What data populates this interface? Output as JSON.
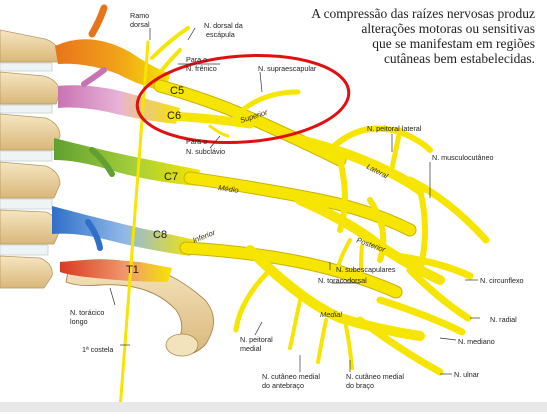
{
  "caption": {
    "lines": [
      "A compressão das raízes nervosas produz",
      "alterações motoras ou sensitivas",
      "que se manifestam em regiões",
      "cutâneas bem estabelecidas."
    ]
  },
  "roots": {
    "c5": "C5",
    "c6": "C6",
    "c7": "C7",
    "c8": "C8",
    "t1": "T1"
  },
  "trunks": {
    "superior": "Superior",
    "medio": "Médio",
    "inferior": "Inferior"
  },
  "cords": {
    "lateral": "Lateral",
    "posterior": "Posterior",
    "medial": "Medial"
  },
  "labels": {
    "ramo_dorsal_1": "Ramo",
    "ramo_dorsal_2": "dorsal",
    "dorsal_escapula_1": "N. dorsal da",
    "dorsal_escapula_2": "escápula",
    "para_frenico_1": "Para o",
    "para_frenico_2": "N. frênico",
    "supraescapular": "N. supraescapular",
    "para_subclavio_1": "Para o",
    "para_subclavio_2": "N. subclávio",
    "peitoral_lateral": "N. peitoral lateral",
    "musculocutaneo": "N. musculocutâneo",
    "subescapulares": "N. subescapulares",
    "toracodorsal": "N. toracodorsal",
    "circunflexo": "N. circunflexo",
    "radial": "N. radial",
    "toracico_longo_1": "N. torácico",
    "toracico_longo_2": "longo",
    "primeira_costela": "1ª costela",
    "peitoral_medial_1": "N. peitoral",
    "peitoral_medial_2": "medial",
    "mediano": "N. mediano",
    "cutaneo_antebraco_1": "N. cutâneo medial",
    "cutaneo_antebraco_2": "do antebraço",
    "cutaneo_braco_1": "N. cutâneo medial",
    "cutaneo_braco_2": "do braço",
    "ulnar": "N. ulnar"
  },
  "colors": {
    "nerve_yellow": "#f5e500",
    "highlight_red": "#e01010",
    "bone": "#f0d9a8",
    "c5_root": "#f08a1a",
    "c6_root": "#d887c0",
    "c7_root": "#7cb83a",
    "c8_root": "#3f83d6",
    "t1_root": "#e34a2a"
  }
}
